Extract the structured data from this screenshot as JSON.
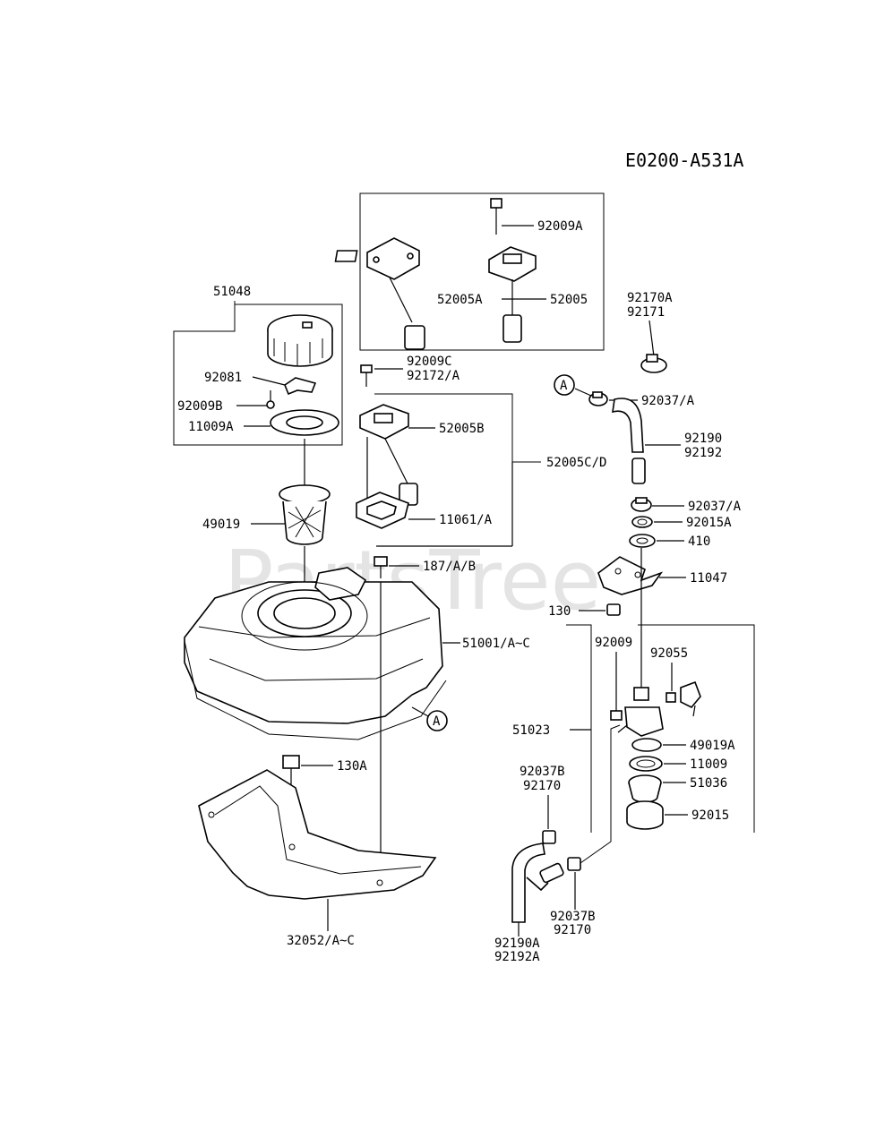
{
  "diagram": {
    "code": "E0200-A531A",
    "watermark": "PartsTree",
    "callout_letter": "A",
    "labels": {
      "p92009A": "92009A",
      "p52005A": "52005A",
      "p52005": "52005",
      "p51048": "51048",
      "p92170A": "92170A",
      "p92171": "92171",
      "p92009C": "92009C",
      "p92172A": "92172/A",
      "p92081": "92081",
      "p92009B": "92009B",
      "p11009A": "11009A",
      "p52005B": "52005B",
      "p92037A_top": "92037/A",
      "p92190": "92190",
      "p92192": "92192",
      "p52005CD": "52005C/D",
      "p49019": "49019",
      "p11061A": "11061/A",
      "p92037A_mid": "92037/A",
      "p92015A": "92015A",
      "p410": "410",
      "p187AB": "187/A/B",
      "p11047": "11047",
      "p130": "130",
      "p51001": "51001/A~C",
      "p92009": "92009",
      "p92055": "92055",
      "p51023": "51023",
      "p49019A": "49019A",
      "p130A": "130A",
      "p11009": "11009",
      "p92037B_top": "92037B",
      "p92170_top": "92170",
      "p51036": "51036",
      "p92015": "92015",
      "p92037B_bot": "92037B",
      "p92170_bot": "92170",
      "p32052": "32052/A~C",
      "p92190A": "92190A",
      "p92192A": "92192A"
    }
  }
}
